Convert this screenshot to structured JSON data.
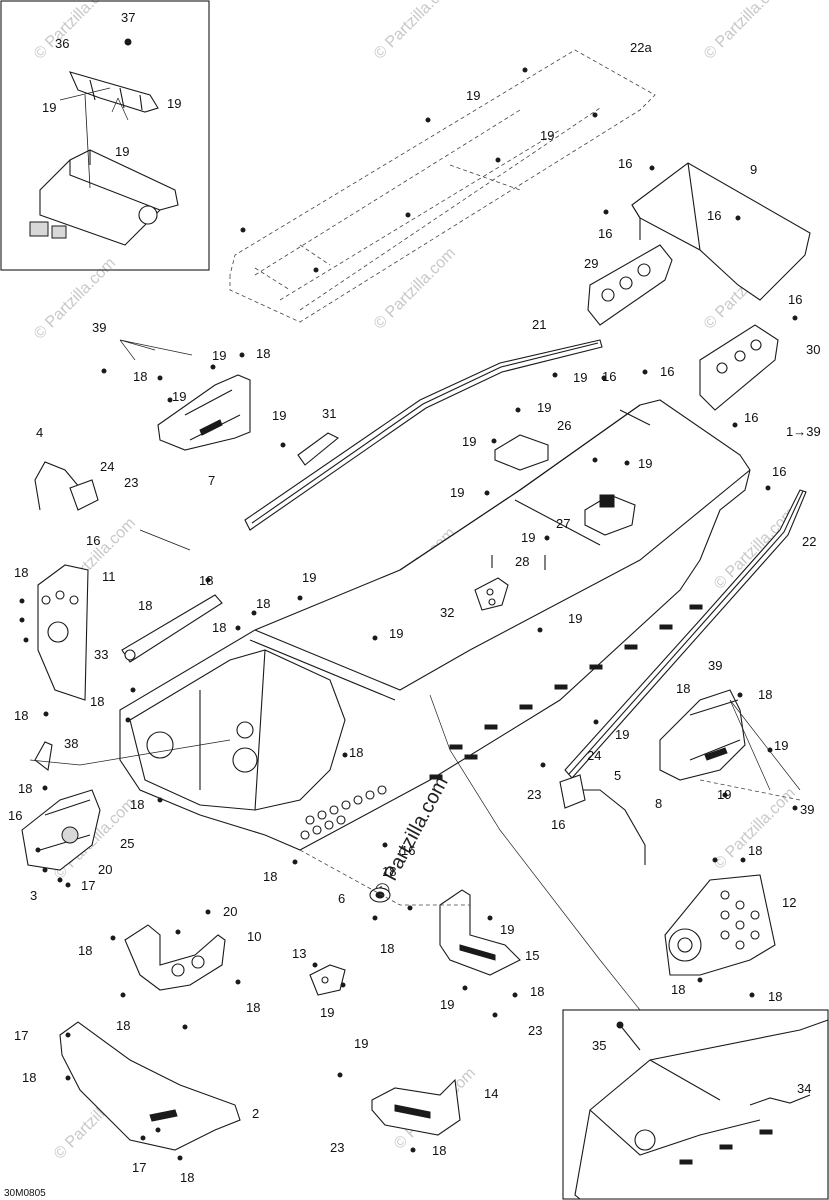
{
  "diagram": {
    "code": "30M0805",
    "watermark": "© Partzilla.com",
    "callouts": [
      {
        "id": "c37",
        "label": "37"
      },
      {
        "id": "c36",
        "label": "36"
      },
      {
        "id": "c19a",
        "label": "19"
      },
      {
        "id": "c19b",
        "label": "19"
      },
      {
        "id": "c19c",
        "label": "19"
      },
      {
        "id": "c22a",
        "label": "22a"
      },
      {
        "id": "c19d",
        "label": "19"
      },
      {
        "id": "c19e",
        "label": "19"
      },
      {
        "id": "c16a",
        "label": "16"
      },
      {
        "id": "c9",
        "label": "9"
      },
      {
        "id": "c16b",
        "label": "16"
      },
      {
        "id": "c16c",
        "label": "16"
      },
      {
        "id": "c29",
        "label": "29"
      },
      {
        "id": "c16d",
        "label": "16"
      },
      {
        "id": "c30",
        "label": "30"
      },
      {
        "id": "c39a",
        "label": "39"
      },
      {
        "id": "c19f",
        "label": "19"
      },
      {
        "id": "c18a",
        "label": "18"
      },
      {
        "id": "c18b",
        "label": "18"
      },
      {
        "id": "c19g",
        "label": "19"
      },
      {
        "id": "c7",
        "label": "7"
      },
      {
        "id": "c19h",
        "label": "19"
      },
      {
        "id": "c31",
        "label": "31"
      },
      {
        "id": "c21",
        "label": "21"
      },
      {
        "id": "c19i",
        "label": "19"
      },
      {
        "id": "c16e",
        "label": "16"
      },
      {
        "id": "c16f",
        "label": "16"
      },
      {
        "id": "c19j",
        "label": "19"
      },
      {
        "id": "c26",
        "label": "26"
      },
      {
        "id": "c19k",
        "label": "19"
      },
      {
        "id": "c16g",
        "label": "16"
      },
      {
        "id": "c1to39",
        "label": "1→39"
      },
      {
        "id": "c4",
        "label": "4"
      },
      {
        "id": "c24a",
        "label": "24"
      },
      {
        "id": "c23a",
        "label": "23"
      },
      {
        "id": "c16h",
        "label": "16"
      },
      {
        "id": "c19l",
        "label": "19"
      },
      {
        "id": "c19m",
        "label": "19"
      },
      {
        "id": "c27",
        "label": "27"
      },
      {
        "id": "c16i",
        "label": "16"
      },
      {
        "id": "c22",
        "label": "22"
      },
      {
        "id": "c19n",
        "label": "19"
      },
      {
        "id": "c28",
        "label": "28"
      },
      {
        "id": "c18c",
        "label": "18"
      },
      {
        "id": "c11",
        "label": "11"
      },
      {
        "id": "c18d",
        "label": "18"
      },
      {
        "id": "c18e",
        "label": "18"
      },
      {
        "id": "c19o",
        "label": "19"
      },
      {
        "id": "c18f",
        "label": "18"
      },
      {
        "id": "c32",
        "label": "32"
      },
      {
        "id": "c19p",
        "label": "19"
      },
      {
        "id": "c18g",
        "label": "18"
      },
      {
        "id": "c33",
        "label": "33"
      },
      {
        "id": "c19q",
        "label": "19"
      },
      {
        "id": "c18h",
        "label": "18"
      },
      {
        "id": "c18i",
        "label": "18"
      },
      {
        "id": "c39b",
        "label": "39"
      },
      {
        "id": "c18j",
        "label": "18"
      },
      {
        "id": "c18k",
        "label": "18"
      },
      {
        "id": "c38",
        "label": "38"
      },
      {
        "id": "c18l",
        "label": "18"
      },
      {
        "id": "c19r",
        "label": "19"
      },
      {
        "id": "c24b",
        "label": "24"
      },
      {
        "id": "c5",
        "label": "5"
      },
      {
        "id": "c19s",
        "label": "19"
      },
      {
        "id": "c8",
        "label": "8"
      },
      {
        "id": "c19t",
        "label": "19"
      },
      {
        "id": "c39c",
        "label": "39"
      },
      {
        "id": "c18m",
        "label": "18"
      },
      {
        "id": "c23b",
        "label": "23"
      },
      {
        "id": "c16j",
        "label": "16"
      },
      {
        "id": "c16k",
        "label": "16"
      },
      {
        "id": "c18n",
        "label": "18"
      },
      {
        "id": "c25",
        "label": "25"
      },
      {
        "id": "c20a",
        "label": "20"
      },
      {
        "id": "c3",
        "label": "3"
      },
      {
        "id": "c17a",
        "label": "17"
      },
      {
        "id": "c18o",
        "label": "18"
      },
      {
        "id": "c16l",
        "label": "16"
      },
      {
        "id": "c18p",
        "label": "18"
      },
      {
        "id": "c6",
        "label": "6"
      },
      {
        "id": "c18q",
        "label": "18"
      },
      {
        "id": "c19u",
        "label": "19"
      },
      {
        "id": "c15",
        "label": "15"
      },
      {
        "id": "c12",
        "label": "12"
      },
      {
        "id": "c18r",
        "label": "18"
      },
      {
        "id": "c18s",
        "label": "18"
      },
      {
        "id": "c18t",
        "label": "18"
      },
      {
        "id": "c20b",
        "label": "20"
      },
      {
        "id": "c10",
        "label": "10"
      },
      {
        "id": "c18u",
        "label": "18"
      },
      {
        "id": "c13",
        "label": "13"
      },
      {
        "id": "c18v",
        "label": "18"
      },
      {
        "id": "c18w",
        "label": "18"
      },
      {
        "id": "c19v",
        "label": "19"
      },
      {
        "id": "c19w",
        "label": "19"
      },
      {
        "id": "c18x",
        "label": "18"
      },
      {
        "id": "c23c",
        "label": "23"
      },
      {
        "id": "c17b",
        "label": "17"
      },
      {
        "id": "c18y",
        "label": "18"
      },
      {
        "id": "c2",
        "label": "2"
      },
      {
        "id": "c17c",
        "label": "17"
      },
      {
        "id": "c18z",
        "label": "18"
      },
      {
        "id": "c19x",
        "label": "19"
      },
      {
        "id": "c14",
        "label": "14"
      },
      {
        "id": "c23d",
        "label": "23"
      },
      {
        "id": "c18aa",
        "label": "18"
      },
      {
        "id": "c35",
        "label": "35"
      },
      {
        "id": "c34",
        "label": "34"
      }
    ]
  }
}
